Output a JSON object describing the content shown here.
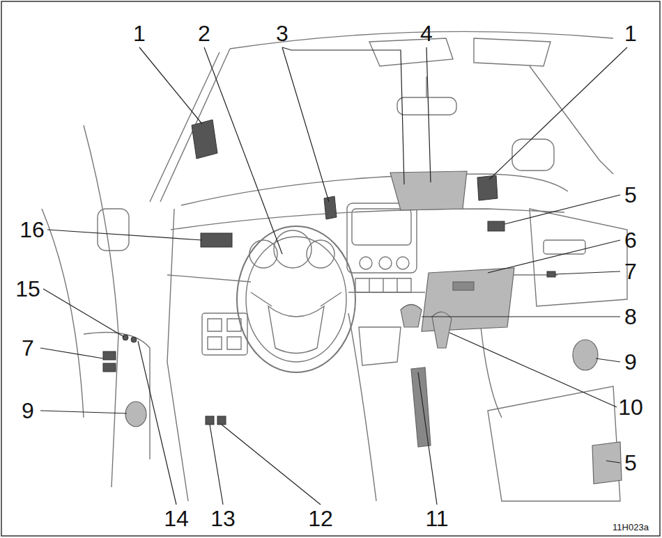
{
  "diagram": {
    "labels": [
      "1",
      "2",
      "3",
      "4",
      "1",
      "5",
      "16",
      "6",
      "7",
      "15",
      "8",
      "7",
      "9",
      "9",
      "10",
      "5",
      "14",
      "13",
      "12",
      "11",
      "11H023a"
    ]
  }
}
